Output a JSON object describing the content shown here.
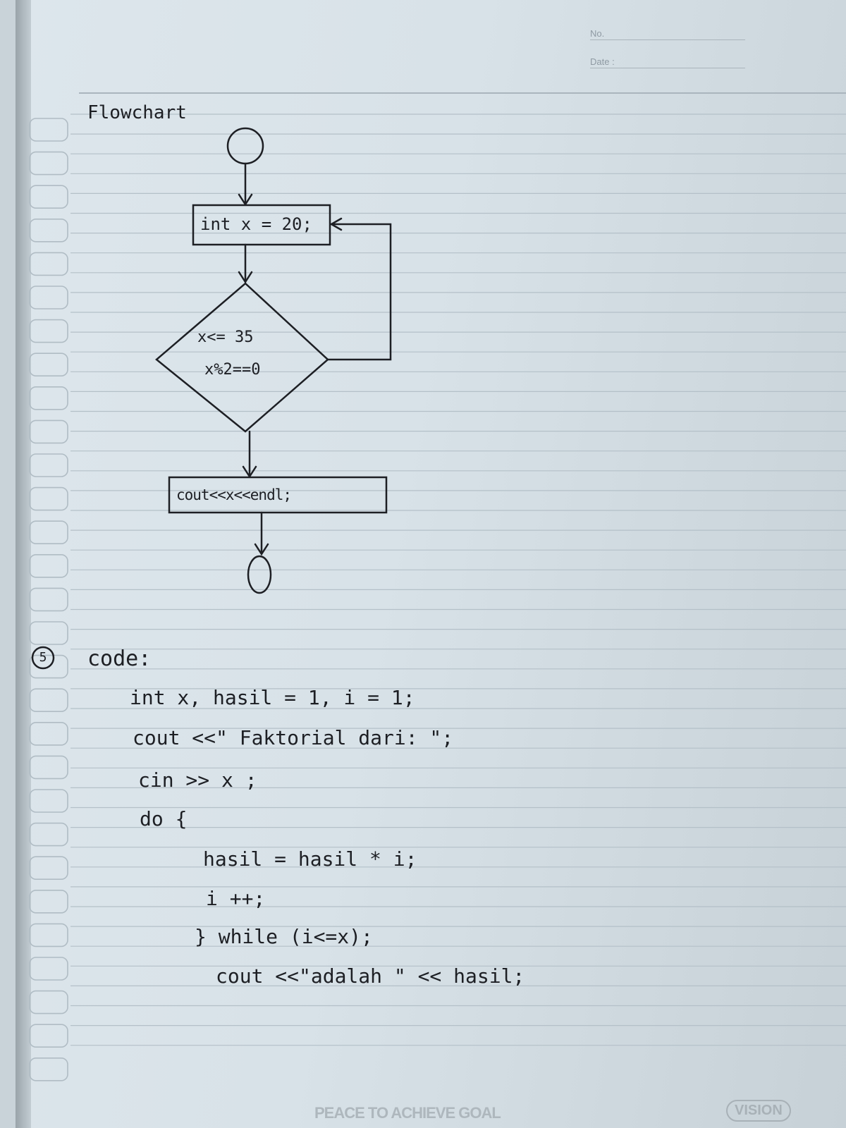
{
  "header": {
    "no_label": "No.",
    "date_label": "Date :"
  },
  "flowchart": {
    "title": "Flowchart",
    "init": "int x = 20;",
    "condition_line1": "x<= 35",
    "condition_line2": "x%2==0",
    "output": "cout<<x<<endl;"
  },
  "code": {
    "item_number": "5",
    "title": "code:",
    "lines": [
      "int x, hasil = 1, i = 1;",
      "cout <<\" Faktorial dari: \";",
      "cin >> x ;",
      "do {",
      "hasil = hasil * i;",
      "i ++;",
      "} while (i<=x);",
      "cout <<\"adalah \" << hasil;"
    ]
  },
  "footer": {
    "motto": "PEACE TO ACHIEVE GOAL",
    "brand": "VISION"
  }
}
